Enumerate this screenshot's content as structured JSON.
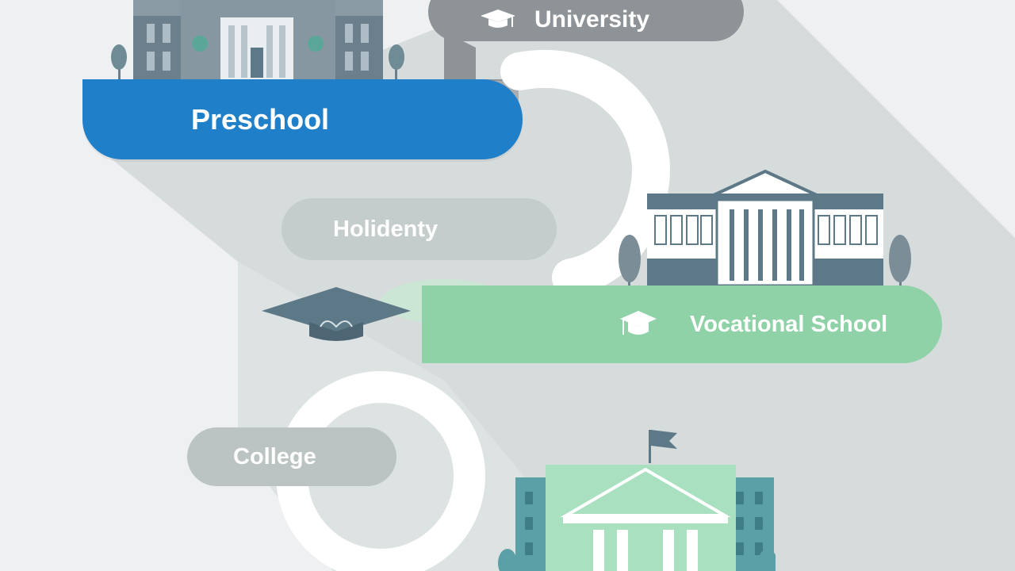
{
  "nodes": {
    "university_top": {
      "label": "University"
    },
    "preschool": {
      "label": "Preschool"
    },
    "holidenty": {
      "label": "Holidenty"
    },
    "vocational": {
      "label": "Vocational School"
    },
    "college": {
      "label": "College"
    }
  },
  "colors": {
    "background": "#eef0f1",
    "preschool": "#1f7fc9",
    "university": "#8d9396",
    "vocational": "#8fd2a7",
    "college": "#bbc3c3",
    "building_slate": "#5d7886"
  },
  "icons": [
    "graduation-cap-icon",
    "school-building-icon",
    "tree-icon",
    "flag-icon"
  ]
}
